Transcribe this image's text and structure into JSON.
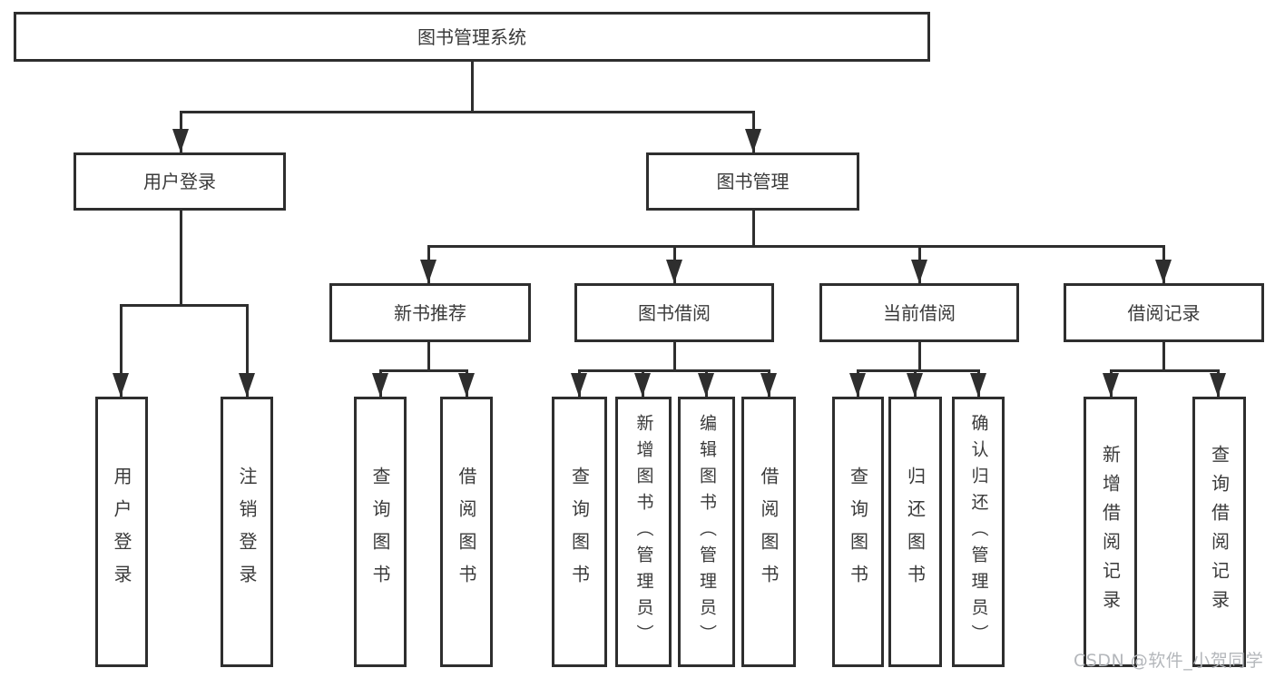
{
  "nodes": {
    "root": {
      "label": "图书管理系统"
    },
    "user_login": {
      "label": "用户登录"
    },
    "book_mgmt": {
      "label": "图书管理"
    },
    "new_book_rec": {
      "label": "新书推荐"
    },
    "book_borrow": {
      "label": "图书借阅"
    },
    "current_borrow": {
      "label": "当前借阅"
    },
    "borrow_record": {
      "label": "借阅记录"
    },
    "leaf_user_login": {
      "label": "用户登录"
    },
    "leaf_logout": {
      "label": "注销登录"
    },
    "nb_query": {
      "label": "查询图书"
    },
    "nb_borrow": {
      "label": "借阅图书"
    },
    "bb_query": {
      "label": "查询图书"
    },
    "bb_add": {
      "label": "新增图书（管理员）"
    },
    "bb_edit": {
      "label": "编辑图书（管理员）"
    },
    "bb_borrow": {
      "label": "借阅图书"
    },
    "cb_query": {
      "label": "查询图书"
    },
    "cb_return": {
      "label": "归还图书"
    },
    "cb_confirm": {
      "label": "确认归还（管理员）"
    },
    "br_add": {
      "label": "新增借阅记录"
    },
    "br_query": {
      "label": "查询借阅记录"
    }
  },
  "watermark": {
    "text": "CSDN @软件_小贺同学"
  },
  "colors": {
    "line": "#2e2e2e",
    "text": "#3a3a3a",
    "watermark": "#b4b7bb",
    "background": "#ffffff"
  }
}
